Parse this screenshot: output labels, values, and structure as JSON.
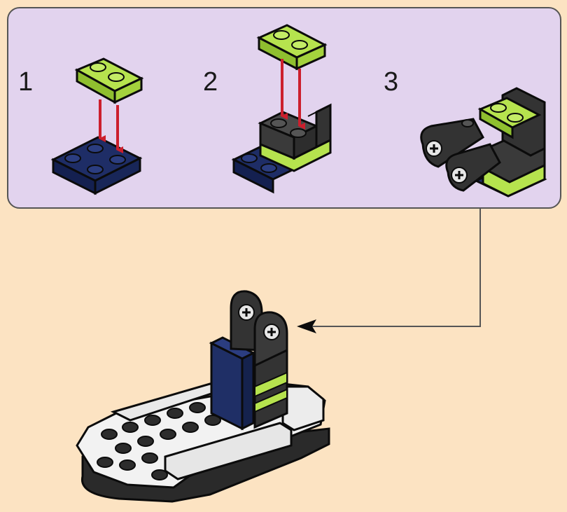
{
  "steps": [
    {
      "number": "1"
    },
    {
      "number": "2"
    },
    {
      "number": "3"
    }
  ],
  "colors": {
    "background": "#fce3c2",
    "callout": "#e2d3ee",
    "lime": "#b6e34e",
    "dark_blue": "#1e2d66",
    "dark_gray": "#3a3a3a",
    "white_brick": "#f2f2f2",
    "arrow_red": "#cc1f2d"
  }
}
